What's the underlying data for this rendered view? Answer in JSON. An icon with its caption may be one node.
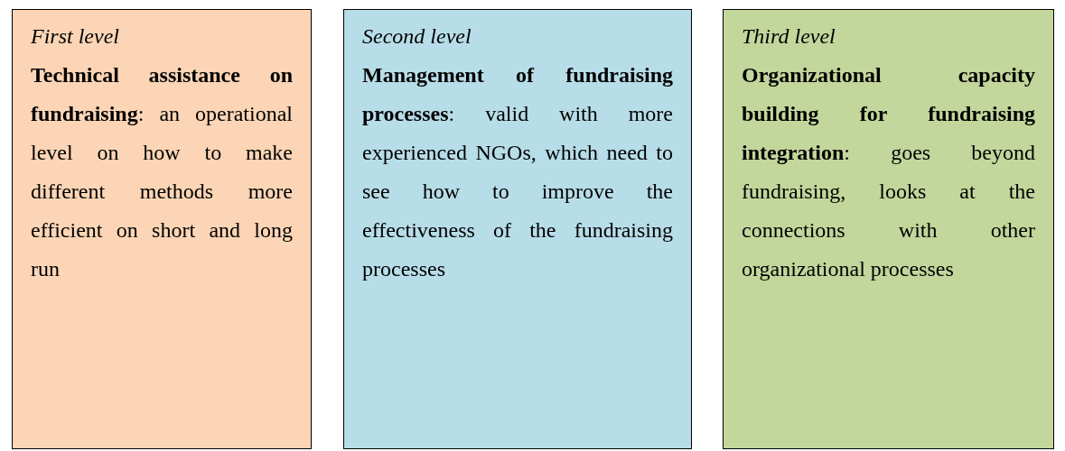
{
  "diagram": {
    "nodes": [
      {
        "text": [
          "First level",
          "**Technical assistance on fundraising**: an operational level on how to make different methods more efficient on short and long run"
        ]
      },
      {
        "text": [
          "Second level",
          "**Management of fundraising processes**: valid with more experienced NGOs, which need to see how to improve the effectiveness of the fundraising processes"
        ]
      },
      {
        "text": [
          "Third level",
          "**Organizational capacity building for fundraising integration**: goes beyond fundraising, looks at the connections with other organizational processes"
        ]
      }
    ],
    "edges": []
  }
}
